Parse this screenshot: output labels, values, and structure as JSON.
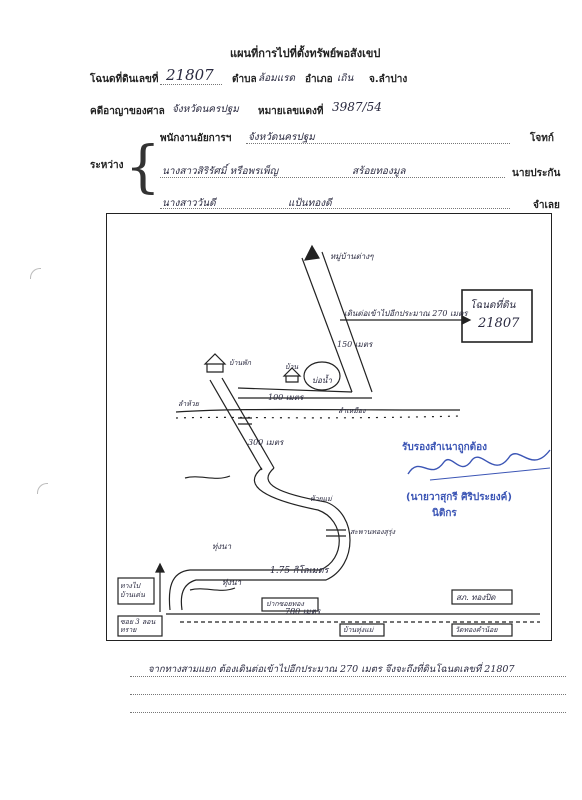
{
  "doc": {
    "title": "แผนที่การไปที่ตั้งทรัพย์พอสังเขป",
    "deed_label": "โฉนดที่ดินเลขที่",
    "deed_no": "21807",
    "tambon_label": "ตำบล",
    "tambon": "ล้อมแรด",
    "amphoe_label": "อำเภอ",
    "amphoe": "เถิน",
    "province": "จ.ลำปาง",
    "court_case_label": "คดีอาญาของศาล",
    "court": "จังหวัดนครปฐม",
    "red_case_label": "หมายเลขแดงที่",
    "red_case_no": "3987/54",
    "between_label": "ระหว่าง",
    "party1": "พนักงานอัยการฯ",
    "party1_hand": "จังหวัดนครปฐม",
    "plaintiff_label": "โจทก์",
    "party2_hand": "นางสาวสิริรัศมิ์ หรือพรเพ็ญ",
    "party2_hand_b": "สร้อยทองมูล",
    "guarantor_label": "นายประกัน",
    "party3_hand": "นางสาววันดี",
    "party3_hand_b": "แป้นทองดี",
    "defendant_label": "จำเลย"
  },
  "map": {
    "to_village": "หมู่บ้านต่างๆ",
    "walk_note": "เดินต่อเข้าไปอีกประมาณ 270 เมตร",
    "deed_box_l1": "โฉนดที่ดิน",
    "deed_box_l2": "21807",
    "dist_150": "150 เมตร",
    "house": "บ้านพัก",
    "house2": "บ้าน",
    "pond": "บ่อน้ำ",
    "dist_100": "100 เมตร",
    "stream": "ลำห้วย",
    "canal": "ลำเหมือง",
    "dist_300": "300 เมตร",
    "creek": "ห้วยแม่",
    "bridge": "สะพานทองสุรุ่ง",
    "field": "ทุ่งนา",
    "dist_175": "1.75 กิโลเมตร",
    "field2": "ทุ่งนา",
    "road_turn": "ทางไป บ้านเด่น",
    "soi": "ซอย 3 ลอนทราย",
    "landmark1": "ปากซอยทอง",
    "landmark2": "สภ. ทองปิด",
    "dist_780": "780 เมตร",
    "landmark3": "บ้านทุ่งแม่",
    "landmark4": "วัดทองคำน้อย"
  },
  "stamp": {
    "certify": "รับรองสำเนาถูกต้อง",
    "name": "(นายวาสุกรี ศิริประยงค์)",
    "role": "นิติกร"
  },
  "footer": {
    "note": "จากทางสามแยก ต้องเดินต่อเข้าไปอีกประมาณ 270 เมตร จึงจะถึงที่ดินโฉนดเลขที่ 21807"
  },
  "colors": {
    "ink": "#222222",
    "stamp_blue": "#3b55b5",
    "pen": "#2a2a40"
  }
}
